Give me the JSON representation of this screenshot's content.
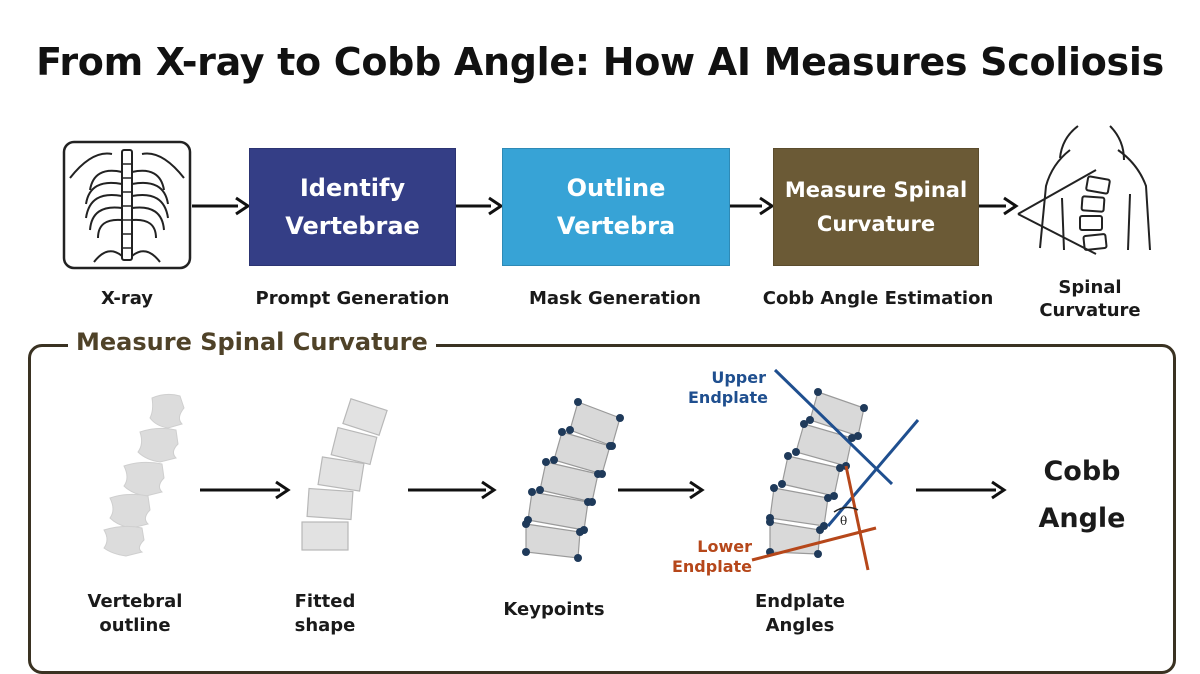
{
  "title": "From X-ray to Cobb Angle: How AI Measures Scoliosis",
  "pipeline": {
    "xray_icon": "xray-chest-icon",
    "boxes": [
      {
        "text": "Identify\nVertebrae",
        "color": "#343e86"
      },
      {
        "text": "Outline\nVertebra",
        "color": "#37a3d6"
      },
      {
        "text": "Measure Spinal\nCurvature",
        "color": "#6b5a36"
      }
    ],
    "labels": [
      "X-ray",
      "Prompt Generation",
      "Mask Generation",
      "Cobb Angle Estimation"
    ],
    "curvature_icon": "spinal-curvature-body-icon",
    "curvature_label": "Spinal\nCurvature"
  },
  "panel": {
    "title": "Measure Spinal Curvature",
    "steps": [
      {
        "label": "Vertebral\noutline",
        "icon": "vertebral-outline-icon"
      },
      {
        "label": "Fitted\nshape",
        "icon": "fitted-shape-icon"
      },
      {
        "label": "Keypoints",
        "icon": "keypoints-icon"
      },
      {
        "label": "Endplate\nAngles",
        "icon": "endplate-angles-icon"
      }
    ],
    "upper_endplate": "Upper\nEndplate",
    "lower_endplate": "Lower\nEndplate",
    "theta": "θ",
    "result": "Cobb\nAngle"
  },
  "colors": {
    "frame": "#3a3222",
    "panel_title": "#4f4228",
    "upper_line": "#1f4f8f",
    "lower_line": "#b6471a",
    "keypoint": "#1f3a5a",
    "vertebra_fill": "#d9d9d9"
  }
}
